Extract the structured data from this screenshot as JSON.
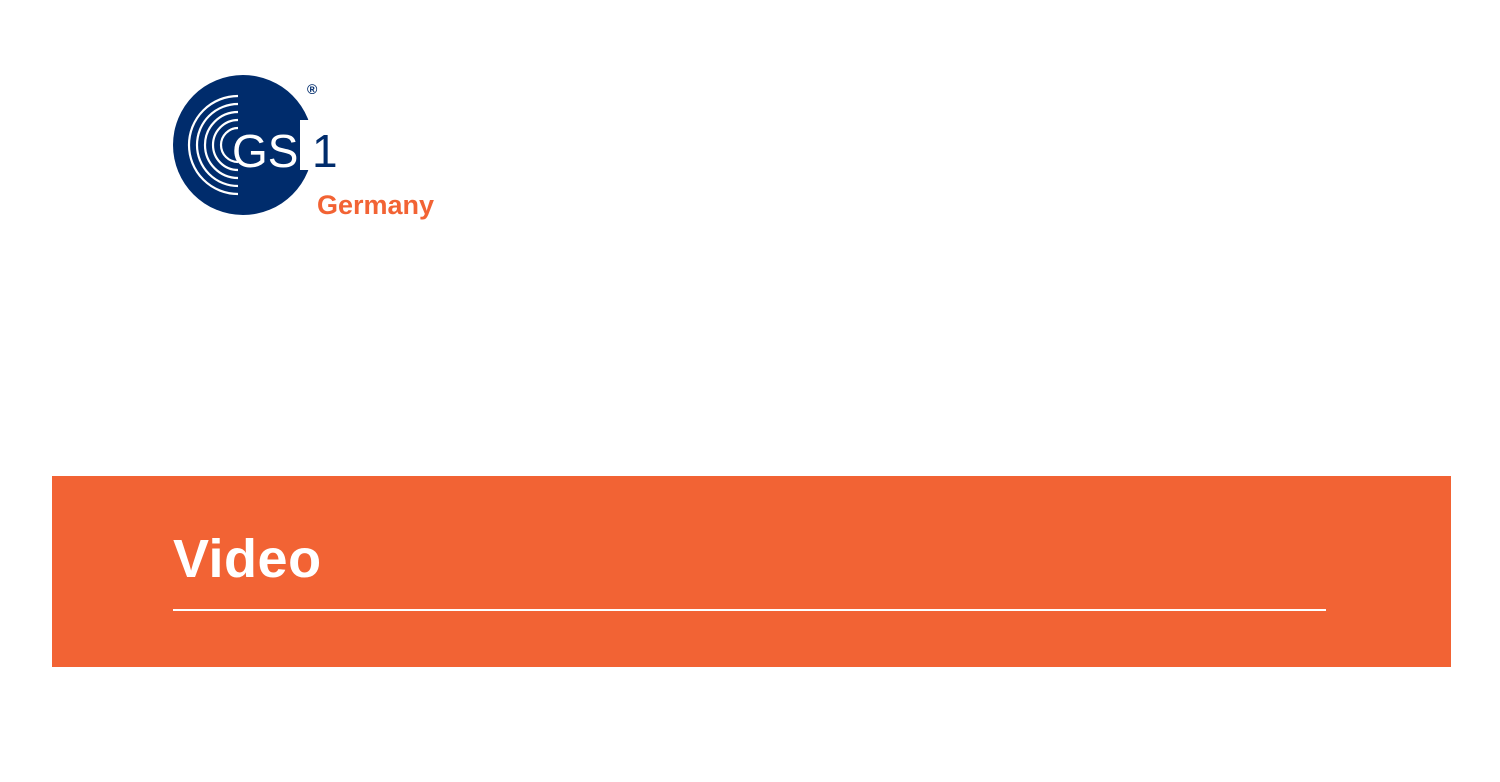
{
  "logo": {
    "icon": "gs1-globe-logo-icon",
    "wordmark": "GS1",
    "registered_mark": "®",
    "country": "Germany",
    "brand_blue": "#002C6C",
    "brand_orange": "#F26334"
  },
  "banner": {
    "title": "Video",
    "background_color": "#F26334",
    "text_color": "#FFFFFF"
  }
}
